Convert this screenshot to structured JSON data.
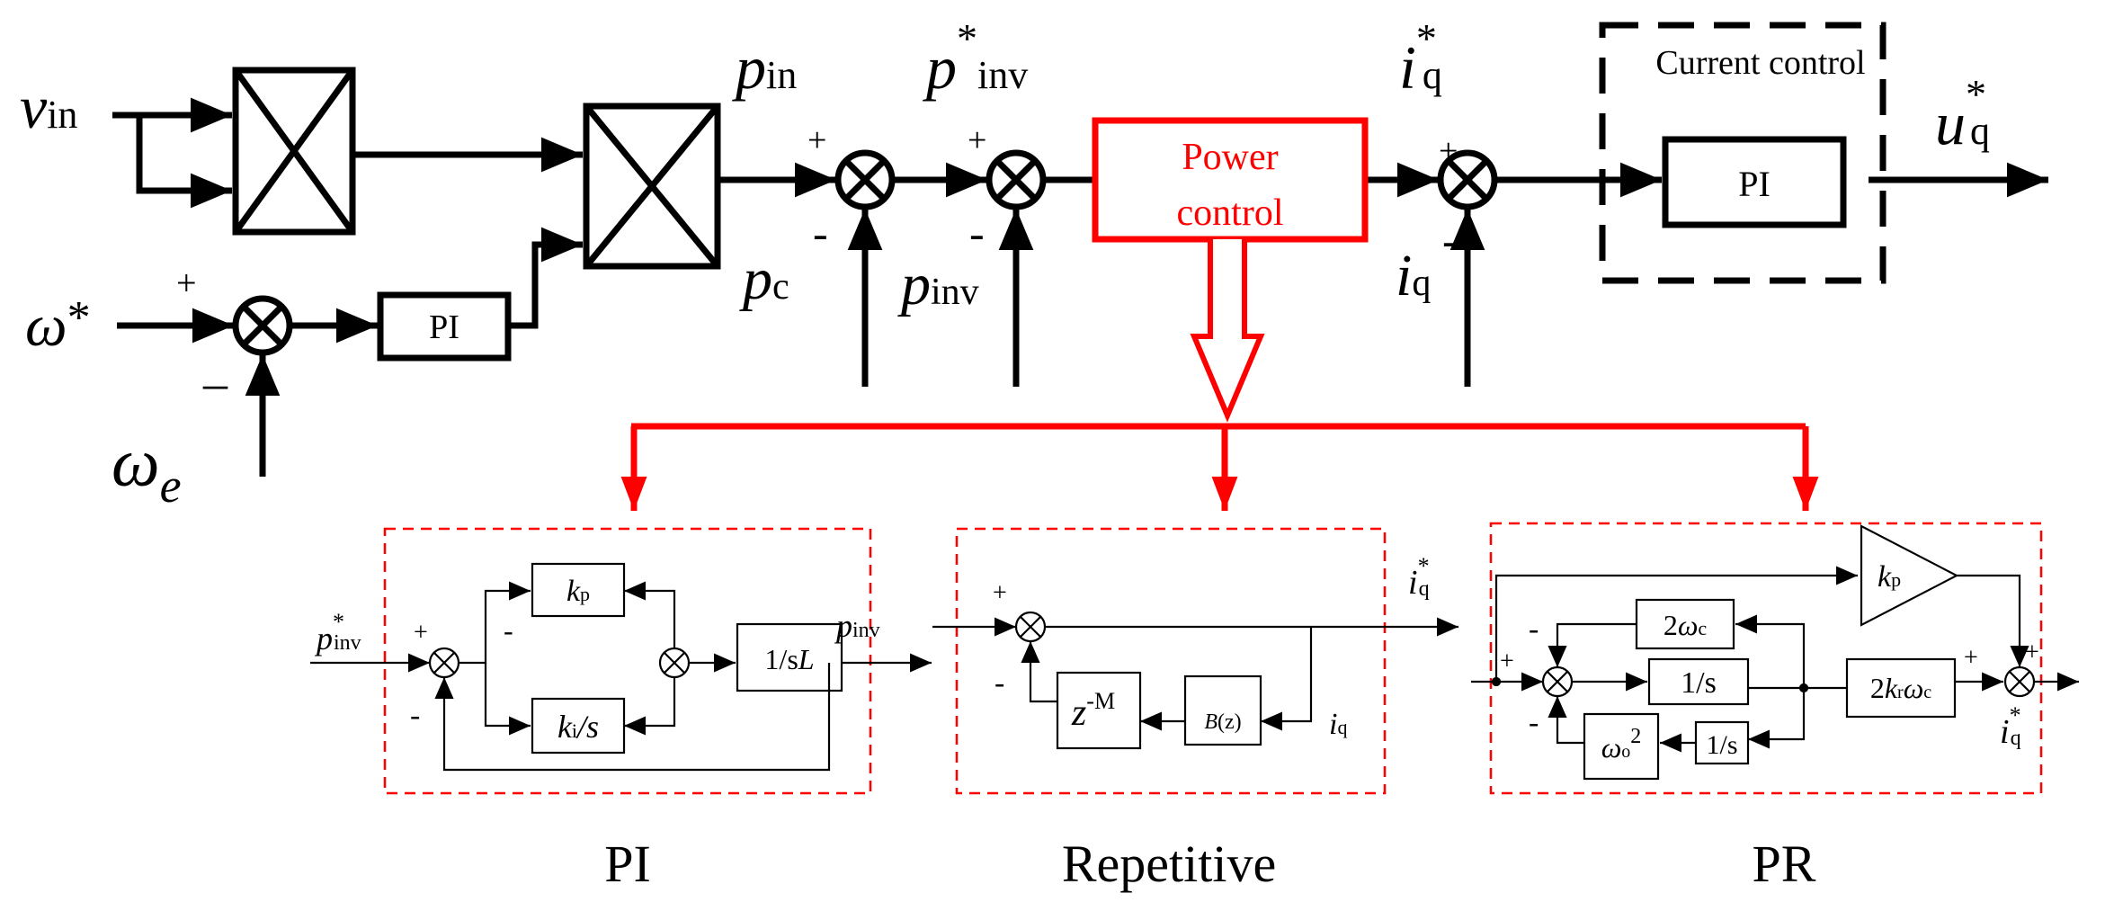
{
  "colors": {
    "ink": "#000000",
    "accent": "#ff0000"
  },
  "signals": {
    "v_in": {
      "base": "v",
      "sub": "in"
    },
    "omega_ref": {
      "base": "ω",
      "sup": "*"
    },
    "omega_e": {
      "base": "ω",
      "sub": "e"
    },
    "p_in": {
      "base": "p",
      "sub": "in"
    },
    "p_c": {
      "base": "p",
      "sub": "c"
    },
    "p_inv_ref": {
      "base": "p",
      "sup": "*",
      "sub": "inv"
    },
    "p_inv": {
      "base": "p",
      "sub": "inv"
    },
    "i_q_ref": {
      "base": "i",
      "sup": "*",
      "sub": "q"
    },
    "i_q": {
      "base": "i",
      "sub": "q"
    },
    "u_q_ref": {
      "base": "u",
      "sup": "*",
      "sub": "q"
    }
  },
  "signs": {
    "plus": "+",
    "minus": "-",
    "minus_long": "–"
  },
  "blocks": {
    "speed_pi": "PI",
    "power_control": [
      "Power",
      "control"
    ],
    "current_control_title": "Current control",
    "current_pi": "PI"
  },
  "pi_detail": {
    "kp": {
      "base": "k",
      "sub": "p"
    },
    "ki": {
      "base": "k",
      "sub": "i",
      "tail": "/s"
    },
    "plant": {
      "pre": "1/s",
      "var": "L"
    }
  },
  "rep_detail": {
    "z_block": {
      "base": "z",
      "sup": "-M"
    },
    "b_block": {
      "base": "B",
      "tail": "(z)"
    }
  },
  "pr_detail": {
    "kp": {
      "base": "k",
      "sub": "p"
    },
    "two_omega_c": {
      "pre": "2",
      "base": "ω",
      "sub": "c"
    },
    "integrator_a": "1/s",
    "integrator_b": "1/s",
    "omega_o_sq": {
      "base": "ω",
      "sub": "o",
      "sup": "2"
    },
    "resonant_gain": {
      "pre": "2",
      "k": "k",
      "ksub": "r",
      "w": "ω",
      "wsub": "c"
    }
  },
  "captions": {
    "pi": "PI",
    "repetitive": "Repetitive",
    "pr": "PR"
  }
}
